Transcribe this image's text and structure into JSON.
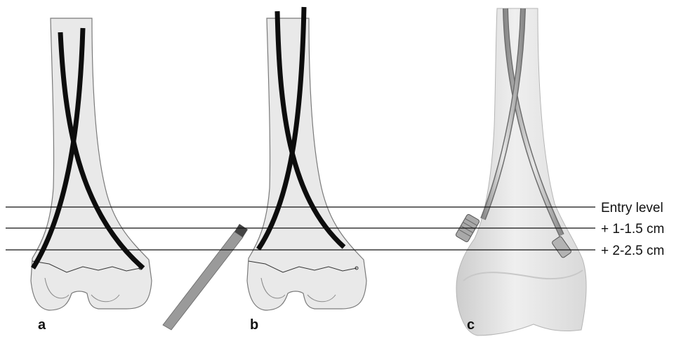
{
  "panels": [
    {
      "label": "a"
    },
    {
      "label": "b"
    },
    {
      "label": "c"
    }
  ],
  "levels": [
    {
      "label": "Entry level"
    },
    {
      "label": "+ 1-1.5 cm"
    },
    {
      "label": "+ 2-2.5 cm"
    }
  ],
  "colors": {
    "nail": "#0d0d0d",
    "bone_sketch": "#e9e9e9",
    "bone_render": "#e2e2e2",
    "awl": "#9a9a9a",
    "awl_tip": "#444444",
    "reference_line": "#111111"
  }
}
